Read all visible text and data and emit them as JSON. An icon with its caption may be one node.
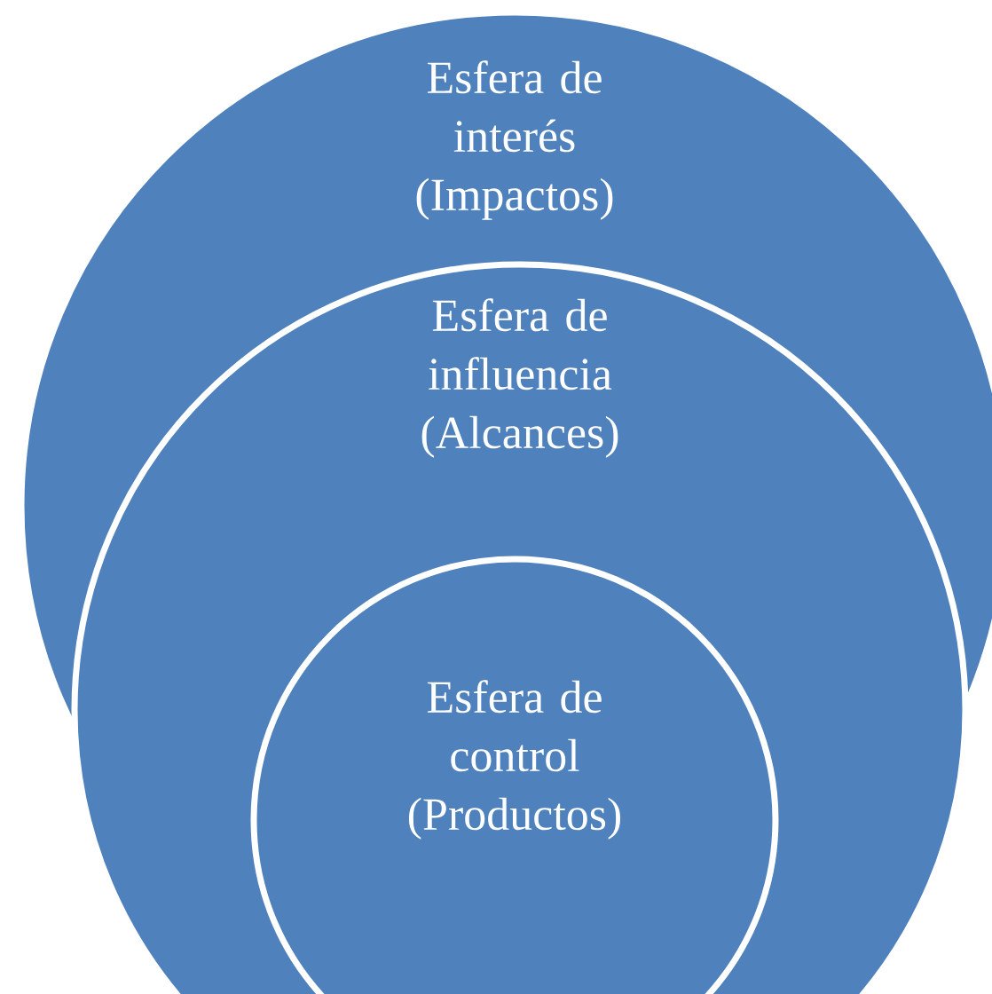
{
  "diagram": {
    "nodes": [
      {
        "text": [
          "Esfera de interés (Impactos)"
        ]
      },
      {
        "text": [
          "Esfera de influencia (Alcances)"
        ]
      },
      {
        "text": [
          "Esfera de control (Productos)"
        ],
        "in": 1
      }
    ]
  }
}
